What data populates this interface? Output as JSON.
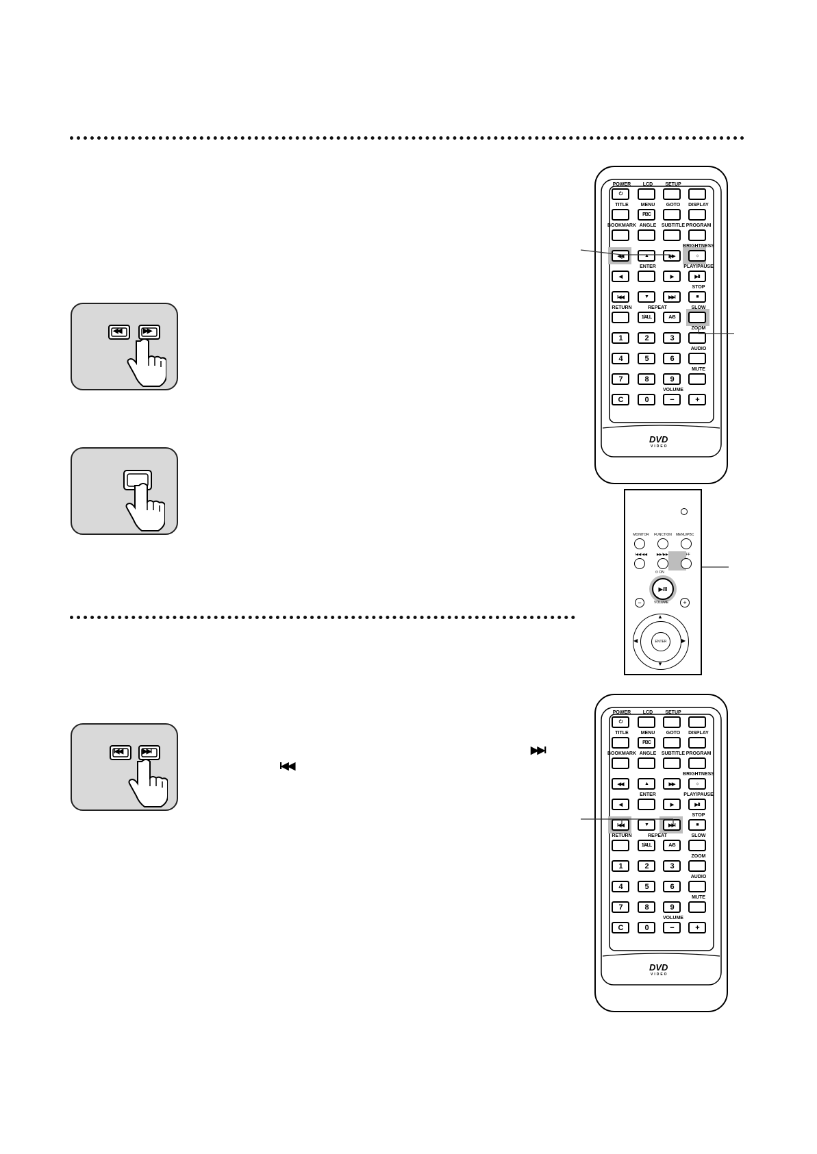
{
  "remote": {
    "rows": [
      {
        "top": [
          "POWER",
          "LCD",
          "SETUP",
          ""
        ],
        "btn": [
          "⏻",
          "",
          "",
          ""
        ]
      },
      {
        "top": [
          "TITLE",
          "MENU",
          "GOTO",
          "DISPLAY"
        ],
        "btn": [
          "",
          "PBC",
          "",
          ""
        ]
      },
      {
        "top": [
          "BOOKMARK",
          "ANGLE",
          "SUBTITLE",
          "PROGRAM"
        ],
        "btn": [
          "",
          "",
          "",
          ""
        ]
      },
      {
        "top": [
          "",
          "",
          "",
          "BRIGHTNESS"
        ],
        "btn": [
          "◀◀",
          "▲",
          "▶▶",
          "☼"
        ]
      },
      {
        "top": [
          "",
          "ENTER",
          "",
          "PLAY/PAUSE"
        ],
        "btn": [
          "◀",
          "",
          "▶",
          "▶/II"
        ]
      },
      {
        "top": [
          "",
          "",
          "",
          "STOP"
        ],
        "btn": [
          "I◀◀",
          "▼",
          "▶▶I",
          "■"
        ]
      },
      {
        "top": [
          "RETURN",
          "",
          "",
          "SLOW"
        ],
        "btn": [
          "",
          "1/ALL",
          "A-B",
          ""
        ]
      },
      {
        "top": [
          "",
          "",
          "",
          "ZOOM"
        ],
        "btn": [
          "1",
          "2",
          "3",
          ""
        ]
      },
      {
        "top": [
          "",
          "",
          "",
          "AUDIO"
        ],
        "btn": [
          "4",
          "5",
          "6",
          ""
        ]
      },
      {
        "top": [
          "",
          "",
          "",
          "MUTE"
        ],
        "btn": [
          "7",
          "8",
          "9",
          ""
        ]
      },
      {
        "top": [
          "",
          "",
          "VOLUME",
          ""
        ],
        "btn": [
          "C",
          "0",
          "−",
          "+"
        ]
      }
    ],
    "repeat_label": "REPEAT",
    "logo": "DVD",
    "logo_sub": "VIDEO"
  },
  "player_panel": {
    "labels": [
      "MONITOR",
      "FUNCTION",
      "MENU/PBC"
    ],
    "labels2": [
      "I◀◀/◀◀",
      "▶▶/▶▶I",
      "⏻ OFF"
    ],
    "on_label": "⏻ ON",
    "play_label": "▶/II",
    "volume_label": "VOLUME",
    "enter_label": "ENTER"
  },
  "callouts": {
    "search_buttons": [
      "◀◀",
      "▶▶"
    ],
    "skip_buttons": [
      "I◀◀",
      "▶▶I"
    ]
  },
  "inline_glyphs": {
    "next": "▶▶I",
    "prev": "I◀◀"
  }
}
